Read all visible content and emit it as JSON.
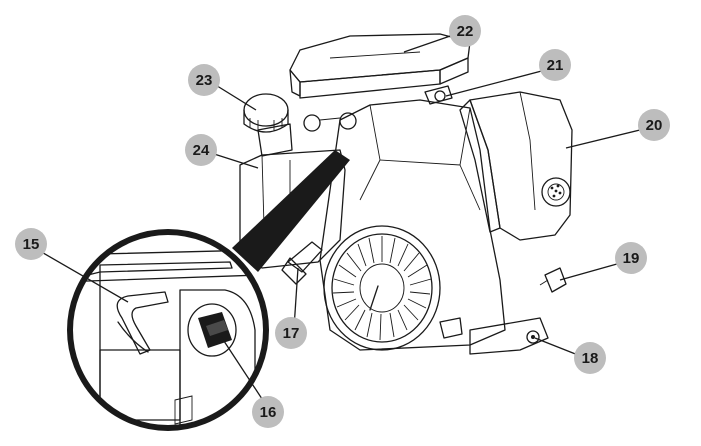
{
  "callouts": [
    {
      "id": "c15",
      "label": "15"
    },
    {
      "id": "c16",
      "label": "16"
    },
    {
      "id": "c17",
      "label": "17"
    },
    {
      "id": "c18",
      "label": "18"
    },
    {
      "id": "c19",
      "label": "19"
    },
    {
      "id": "c20",
      "label": "20"
    },
    {
      "id": "c21",
      "label": "21"
    },
    {
      "id": "c22",
      "label": "22"
    },
    {
      "id": "c23",
      "label": "23"
    },
    {
      "id": "c24",
      "label": "24"
    }
  ],
  "colors": {
    "callout_fill": "#bdbdbd",
    "line": "#1a1a1a",
    "background": "#ffffff"
  }
}
